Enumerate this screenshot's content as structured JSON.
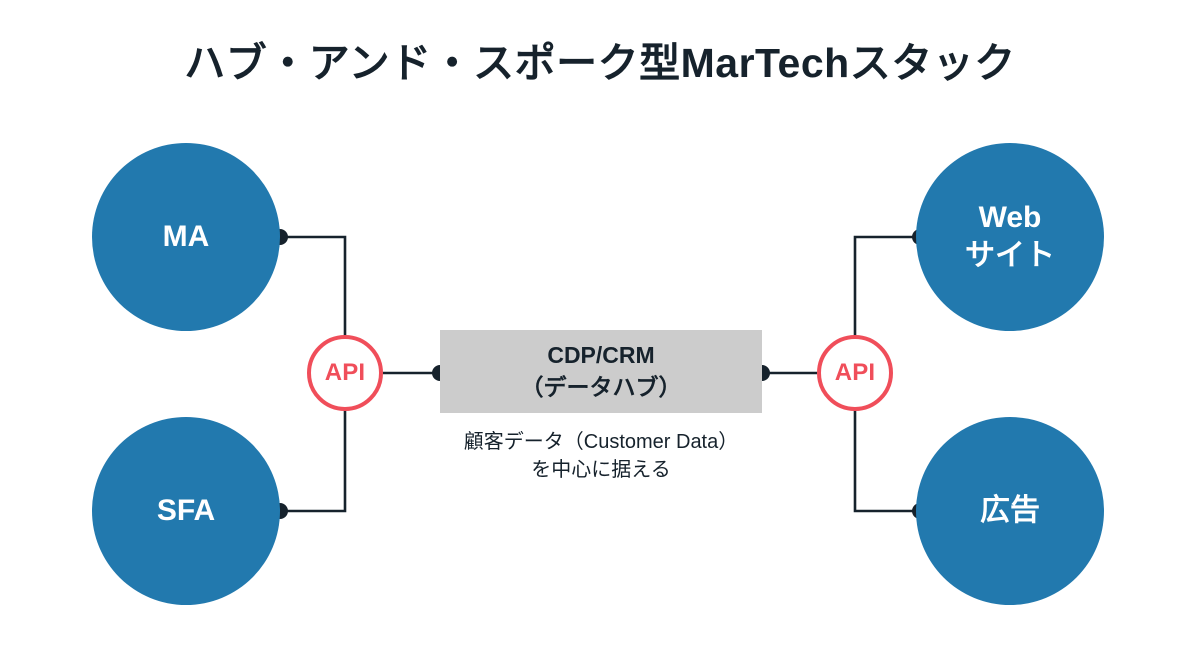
{
  "title": "ハブ・アンド・スポーク型MarTechスタック",
  "colors": {
    "spoke_fill": "#2279AE",
    "spoke_text": "#FFFFFF",
    "api_stroke": "#F04E5A",
    "api_text": "#F04E5A",
    "hub_fill": "#CCCCCC",
    "hub_text": "#16222C",
    "connector": "#16222C",
    "background": "#FFFFFF"
  },
  "hub": {
    "line1": "CDP/CRM",
    "line2": "（データハブ）",
    "caption_line1": "顧客データ（Customer Data）",
    "caption_line2": "を中心に据える"
  },
  "api_nodes": [
    {
      "id": "api-left",
      "label": "API"
    },
    {
      "id": "api-right",
      "label": "API"
    }
  ],
  "spokes": [
    {
      "id": "node-ma",
      "line1": "MA",
      "line2": ""
    },
    {
      "id": "node-sfa",
      "line1": "SFA",
      "line2": ""
    },
    {
      "id": "node-web",
      "line1": "Web",
      "line2": "サイト"
    },
    {
      "id": "node-ad",
      "line1": "広告",
      "line2": ""
    }
  ],
  "chart_data": {
    "type": "diagram",
    "diagram_kind": "hub-and-spoke",
    "title": "ハブ・アンド・スポーク型MarTechスタック",
    "hub": {
      "label": "CDP/CRM（データハブ）",
      "caption": "顧客データ（Customer Data）を中心に据える"
    },
    "connector_nodes": [
      "API",
      "API"
    ],
    "spokes": [
      "MA",
      "SFA",
      "Webサイト",
      "広告"
    ],
    "edges": [
      {
        "from": "MA",
        "to": "API (left)"
      },
      {
        "from": "SFA",
        "to": "API (left)"
      },
      {
        "from": "API (left)",
        "to": "CDP/CRM（データハブ）"
      },
      {
        "from": "CDP/CRM（データハブ）",
        "to": "API (right)"
      },
      {
        "from": "API (right)",
        "to": "Webサイト"
      },
      {
        "from": "API (right)",
        "to": "広告"
      }
    ]
  }
}
